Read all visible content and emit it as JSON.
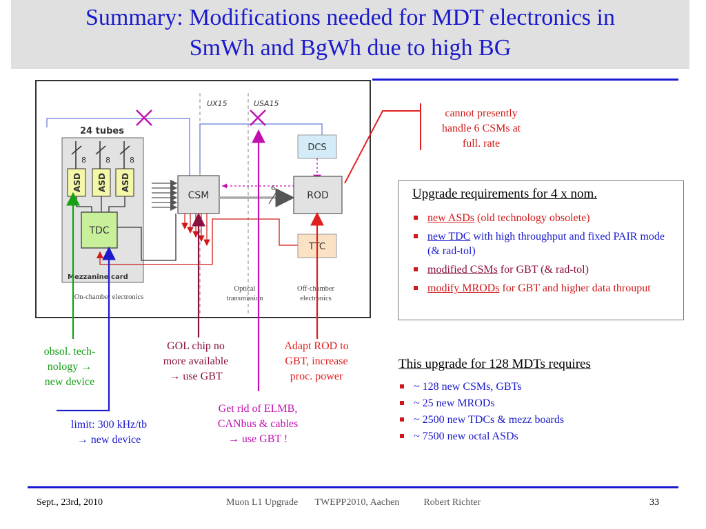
{
  "slide": {
    "title": "Summary: Modifications needed for MDT electronics in\nSmWh and BgWh due to high BG",
    "colors": {
      "title": "#1a1acc",
      "accent_red": "#d01818",
      "rule": "#1a1ad0",
      "green": "#16a016"
    }
  },
  "diagram": {
    "region_ux15": "UX15",
    "region_usa15": "USA15",
    "tubes_label": "24 tubes",
    "bus_width_8": "8",
    "asd_label": "ASD",
    "tdc_label": "TDC",
    "csm_label": "CSM",
    "rod_label": "ROD",
    "dcs_label": "DCS",
    "ttc_label": "TTC",
    "link_count": "6",
    "mezzanine_label": "Mezzanine card",
    "on_chamber_label": "On-chamber electronics",
    "optical_label": "Optical\ntransmission",
    "off_chamber_label": "Off-chamber\nelectronics"
  },
  "annotations": {
    "csm_rate": "cannot presently\nhandle 6 CSMs at\nfull. rate",
    "asd_obsolete": "obsol. tech-\nnology →\nnew device",
    "tdc_limit": "limit: 300 kHz/tb\n→ new device",
    "gol_chip": "GOL chip no\nmore available\n→ use GBT",
    "elmb": "Get rid of ELMB,\nCANbus & cables\n→ use GBT !",
    "rod_adapt": "Adapt ROD to\nGBT, increase\nproc. power"
  },
  "requirements": {
    "title": "Upgrade requirements for 4 x nom.",
    "items": [
      {
        "key": "new ASDs",
        "rest": " (old technology obsolete)"
      },
      {
        "key": "new TDC",
        "rest": " with high throughput and fixed PAIR mode (& rad-tol)"
      },
      {
        "key": "modified CSMs",
        "rest": " for GBT (& rad-tol)"
      },
      {
        "key": "modify MRODs",
        "rest": " for GBT and higher data throuput"
      }
    ]
  },
  "needs": {
    "title": "This upgrade for 128 MDTs requires",
    "items": [
      " ~ 128 new CSMs, GBTs",
      "~ 25 new MRODs",
      "~ 2500 new TDCs & mezz boards",
      "~ 7500 new octal ASDs"
    ]
  },
  "footer": {
    "date": "Sept., 23rd, 2010",
    "center": "Muon L1 Upgrade       TWEPP2010, Aachen          Robert Richter",
    "page": "33"
  }
}
